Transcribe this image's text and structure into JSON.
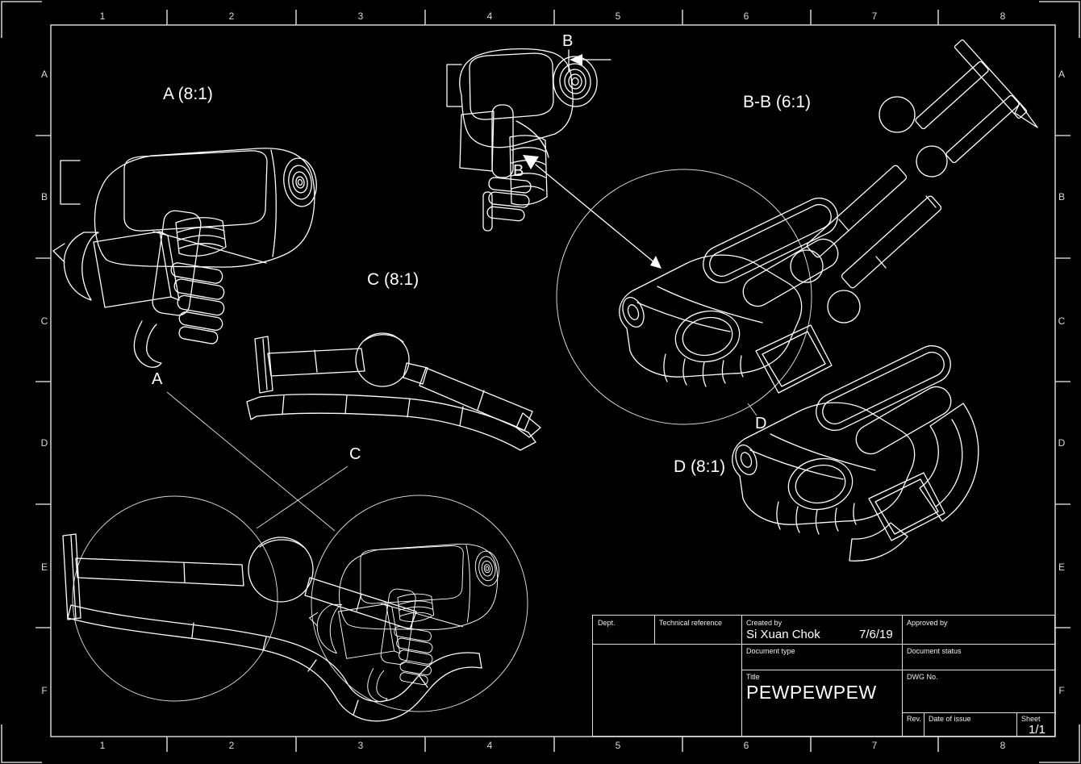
{
  "sheet": {
    "colors": {
      "background": "#000000",
      "ink": "#ffffff",
      "frame": "#c9c9c9"
    }
  },
  "grid": {
    "columns": [
      "1",
      "2",
      "3",
      "4",
      "5",
      "6",
      "7",
      "8"
    ],
    "rows": [
      "A",
      "B",
      "C",
      "D",
      "E",
      "F"
    ]
  },
  "views": {
    "detail_a": {
      "label": "A (8:1)"
    },
    "detail_c": {
      "label": "C (8:1)"
    },
    "detail_d": {
      "label": "D (8:1)"
    },
    "section_bb": {
      "label": "B-B (6:1)"
    },
    "section_marks": {
      "top_b": "B",
      "bottom_b": "B"
    },
    "callouts": {
      "a": "A",
      "c": "C",
      "d": "D"
    }
  },
  "title_block": {
    "dept_label": "Dept.",
    "technical_reference_label": "Technical reference",
    "created_by_label": "Created by",
    "created_by_value": "Si Xuan Chok",
    "created_date": "7/6/19",
    "approved_by_label": "Approved by",
    "document_type_label": "Document type",
    "document_status_label": "Document status",
    "title_label": "Title",
    "title_value": "PEWPEWPEW",
    "dwg_no_label": "DWG No.",
    "rev_label": "Rev.",
    "date_of_issue_label": "Date of issue",
    "sheet_label": "Sheet",
    "sheet_value": "1/1"
  }
}
